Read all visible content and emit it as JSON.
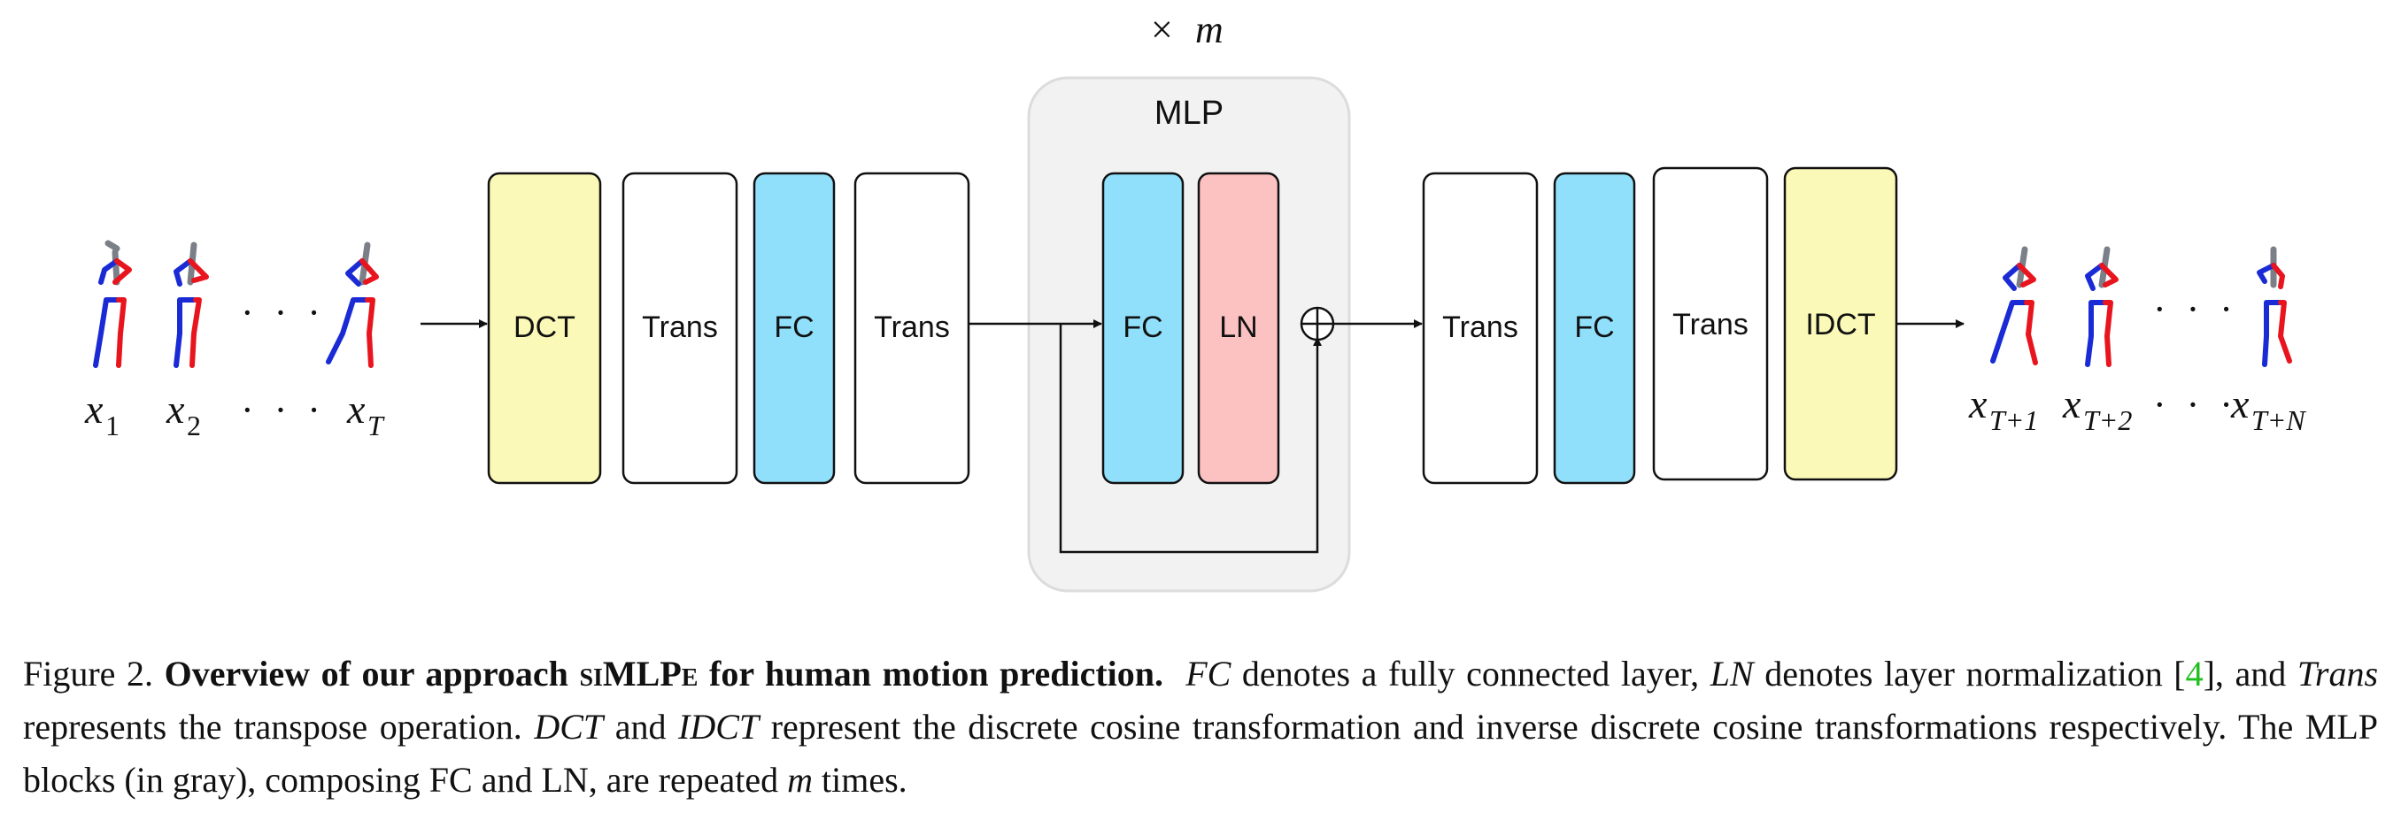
{
  "diagram": {
    "repeat_label_times": "×",
    "repeat_label_var": "m",
    "mlp_block": {
      "title": "MLP",
      "fill": "#f2f2f2",
      "boxes": [
        {
          "label": "FC",
          "color": "#90e0fb"
        },
        {
          "label": "LN",
          "color": "#fcc1c1"
        }
      ],
      "residual_op": "⊕"
    },
    "left_boxes": [
      {
        "label": "DCT",
        "color": "#fbf9b8"
      },
      {
        "label": "Trans",
        "color": "#ffffff"
      },
      {
        "label": "FC",
        "color": "#90e0fb"
      },
      {
        "label": "Trans",
        "color": "#ffffff"
      }
    ],
    "right_boxes": [
      {
        "label": "Trans",
        "color": "#ffffff"
      },
      {
        "label": "FC",
        "color": "#90e0fb"
      },
      {
        "label": "Trans",
        "color": "#ffffff"
      },
      {
        "label": "IDCT",
        "color": "#fbf9b8"
      }
    ],
    "input_labels": [
      {
        "var": "x",
        "sub": "1",
        "sub_italic": false
      },
      {
        "var": "x",
        "sub": "2",
        "sub_italic": false
      },
      {
        "var": "x",
        "sub": "T",
        "sub_italic": true
      }
    ],
    "output_labels": [
      {
        "var": "x",
        "sub": "T+1"
      },
      {
        "var": "x",
        "sub": "T+2"
      },
      {
        "var": "x",
        "sub": "T+N"
      }
    ],
    "ellipsis": "· · ·",
    "skeleton_colors": {
      "left_limb": "#1a2bd6",
      "right_limb": "#e8141e",
      "spine": "#7a7f88"
    }
  },
  "caption": {
    "figure_label": "Figure 2.",
    "bold_1": "Overview of our approach ",
    "method_name": "siMLPe",
    "bold_2": " for human motion prediction.",
    "fc_term": "FC",
    "text_1": " denotes a fully connected layer, ",
    "ln_term": "LN",
    "text_2": " denotes layer normalization [",
    "citation": "4",
    "text_3": "], and ",
    "trans_term": "Trans",
    "text_4": " represents the transpose operation. ",
    "dct_term": "DCT",
    "text_5": " and ",
    "idct_term": "IDCT",
    "text_6": " represent the discrete cosine transformation and inverse discrete cosine transformations respectively. The MLP blocks (in gray), composing FC and LN, are repeated ",
    "m_var": "m",
    "text_7": " times."
  }
}
